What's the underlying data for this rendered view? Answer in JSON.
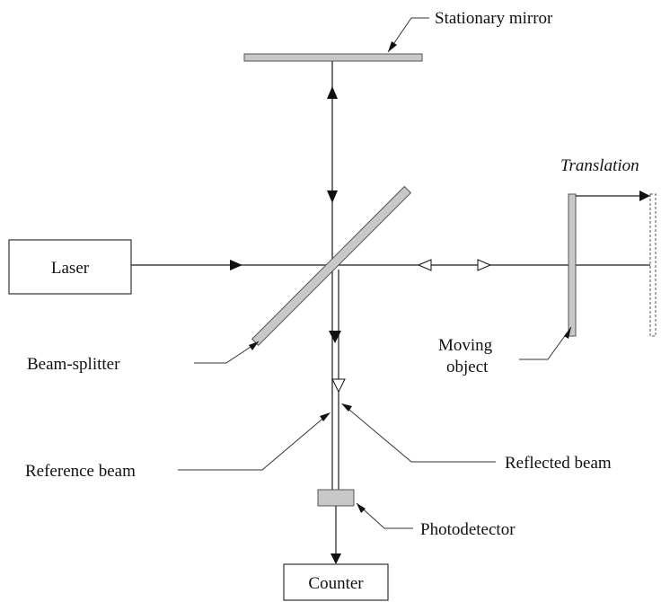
{
  "labels": {
    "laser": "Laser",
    "stationary_mirror": "Stationary mirror",
    "translation": "Translation",
    "moving_object": "Moving",
    "moving_object_line2": "object",
    "beam_splitter": "Beam-splitter",
    "reference_beam": "Reference beam",
    "reflected_beam": "Reflected beam",
    "photodetector": "Photodetector",
    "counter": "Counter"
  },
  "colors": {
    "line": "#1a1a1a",
    "component_fill": "#c8c8c8",
    "component_stroke": "#555555"
  }
}
